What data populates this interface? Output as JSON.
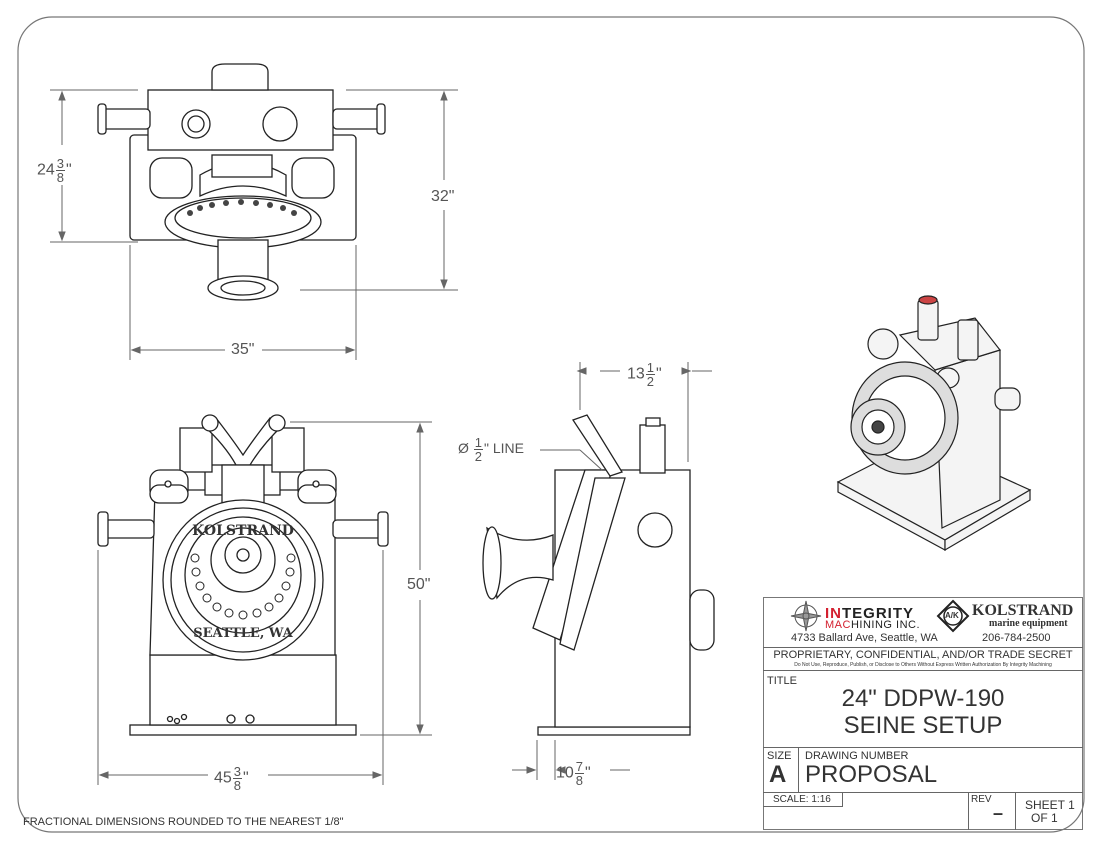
{
  "dimensions": {
    "top_height_whole": "24",
    "top_height_num": "3",
    "top_height_den": "8",
    "top_height_unit": "\"",
    "top_overall_height": "32\"",
    "top_width": "35\"",
    "side_depth_whole": "13",
    "side_depth_num": "1",
    "side_depth_den": "2",
    "side_depth_unit": "\"",
    "line_symbol": "Ø",
    "line_num": "1",
    "line_den": "2",
    "line_label": "\" LINE",
    "front_height": "50\"",
    "front_width_whole": "45",
    "front_width_num": "3",
    "front_width_den": "8",
    "front_width_unit": "\"",
    "base_whole": "10",
    "base_num": "7",
    "base_den": "8",
    "base_unit": "\""
  },
  "notes": {
    "rounding": "FRACTIONAL DIMENSIONS ROUNDED TO THE NEAREST 1/8\""
  },
  "title_block": {
    "company_in": "IN",
    "company_tegrity": "TEGRITY",
    "company_mac": "MAC",
    "company_hining": "HINING INC.",
    "partner_logo_text": "A/K",
    "partner_name": "KOLSTRAND",
    "partner_sub": "marine equipment",
    "address": "4733 Ballard Ave, Seattle, WA",
    "phone": "206-784-2500",
    "proprietary": "PROPRIETARY, CONFIDENTIAL, AND/OR TRADE SECRET",
    "disclaimer": "Do Not Use, Reproduce, Publish, or Disclose to Others Without Express Written Authorization By Integrity Machining",
    "title_label": "TITLE",
    "title_line1": "24\" DDPW-190",
    "title_line2": "SEINE SETUP",
    "size_label": "SIZE",
    "size_value": "A",
    "drawing_number_label": "DRAWING NUMBER",
    "drawing_number": "PROPOSAL",
    "scale": "SCALE: 1:16",
    "rev_label": "REV",
    "rev_value": "–",
    "sheet_label": "SHEET 1",
    "sheet_of": "OF 1"
  },
  "colors": {
    "brand_red": "#d3202f",
    "line": "#333333",
    "dim": "#666666"
  },
  "icons": {
    "compass_logo": "compass-rose-icon",
    "ak_logo": "ak-diamond-logo-icon"
  }
}
